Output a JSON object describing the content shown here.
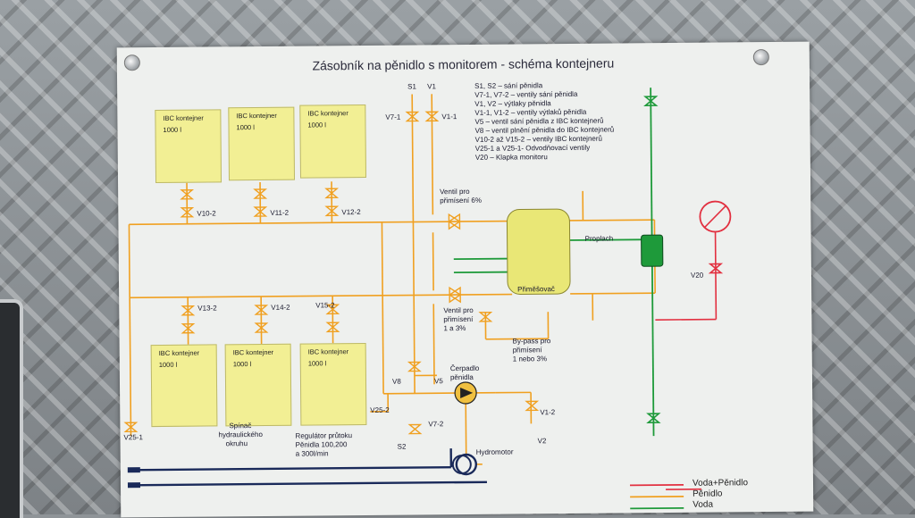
{
  "title": "Zásobník na pěnidlo s monitorem - schéma kontejneru",
  "colors": {
    "orange": "#f0a020",
    "green": "#1e9a3a",
    "red": "#e23040",
    "navy": "#1a2a5a",
    "ibc_fill": "#f2ef94",
    "mixer_fill": "#e9e776"
  },
  "legend_notes": [
    "S1, S2 – sání pěnidla",
    "V7-1, V7-2 – ventily sání pěnidla",
    "V1, V2 – výtlaky pěnidla",
    "V1-1, V1-2 – ventily výtlaků pěnidla",
    "V5 – ventil sání pěnidla z IBC kontejnerů",
    "V8 – ventil plnění pěnidla do IBC kontejnerů",
    "V10-2 až V15-2 – ventily IBC kontejnerů",
    "V25-1 a V25-1- Odvodňovací ventily",
    "V20 – Klapka monitoru"
  ],
  "ibc": {
    "top": [
      {
        "line1": "IBC kontejner",
        "line2": "1000 l"
      },
      {
        "line1": "IBC kontejner",
        "line2": "1000 l"
      },
      {
        "line1": "IBC kontejner",
        "line2": "1000 l"
      }
    ],
    "bottom": [
      {
        "line1": "IBC kontejner",
        "line2": "1000 l"
      },
      {
        "line1": "IBC kontejner",
        "line2": "1000 l"
      },
      {
        "line1": "IBC kontejner",
        "line2": "1000 l"
      }
    ]
  },
  "valves": {
    "s1": "S1",
    "v1": "V1",
    "v7_1": "V7-1",
    "v1_1": "V1-1",
    "v10_2": "V10-2",
    "v11_2": "V11-2",
    "v12_2": "V12-2",
    "v13_2": "V13-2",
    "v14_2": "V14-2",
    "v15_2": "V15-2",
    "v8": "V8",
    "v5": "V5",
    "v25_2": "V25-2",
    "v7_2": "V7-2",
    "s2": "S2",
    "v1_2": "V1-2",
    "v2": "V2",
    "v25_1": "V25-1",
    "v20": "V20"
  },
  "labels": {
    "ventil_6_line1": "Ventil pro",
    "ventil_6_line2": "přimísení 6%",
    "ventil_13_line1": "Ventil pro",
    "ventil_13_line2": "přimísení",
    "ventil_13_line3": "1 a 3%",
    "bypass_line1": "By-pass pro",
    "bypass_line2": "přimísení",
    "bypass_line3": "1 nebo 3%",
    "proplach": "Proplach",
    "primesovac": "Přiměšovač",
    "cerpadlo_line1": "Čerpadlo",
    "cerpadlo_line2": "pěnidla",
    "spinac_line1": "Spínač",
    "spinac_line2": "hydraulického",
    "spinac_line3": "okruhu",
    "regulator_line1": "Regulátor průtoku",
    "regulator_line2": "Pěnidla 100,200",
    "regulator_line3": "a 300l/min",
    "hydromotor": "Hydromotor"
  },
  "legend": [
    {
      "label": "Voda+Pěnidlo",
      "color": "#e23040"
    },
    {
      "label": "Pěnidlo",
      "color": "#f0a020"
    },
    {
      "label": "Voda",
      "color": "#1e9a3a"
    }
  ]
}
